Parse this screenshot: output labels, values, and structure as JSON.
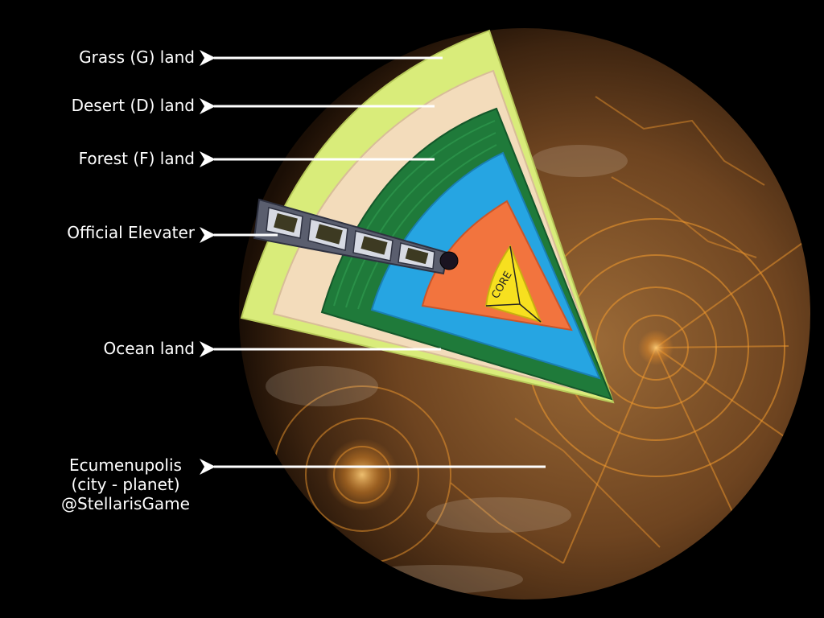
{
  "labels": {
    "grass": "Grass (G) land",
    "desert": "Desert (D) land",
    "forest": "Forest (F) land",
    "elevator": "Official Elevater",
    "ocean": "Ocean land",
    "ecumenopolis_line1": "Ecumenupolis",
    "ecumenopolis_line2": "(city - planet)",
    "ecumenopolis_line3": "@StellarisGame",
    "core": "CORE"
  },
  "colors": {
    "background": "#000000",
    "grass": "#d9ec7a",
    "desert": "#f3dcbb",
    "forest": "#1f7a3a",
    "ocean": "#26a5e2",
    "mantle": "#f2743e",
    "core": "#f7e01f",
    "planet_surface": "#8a5a2c",
    "city_glow": "#f29a2e",
    "arrow": "#ffffff"
  }
}
